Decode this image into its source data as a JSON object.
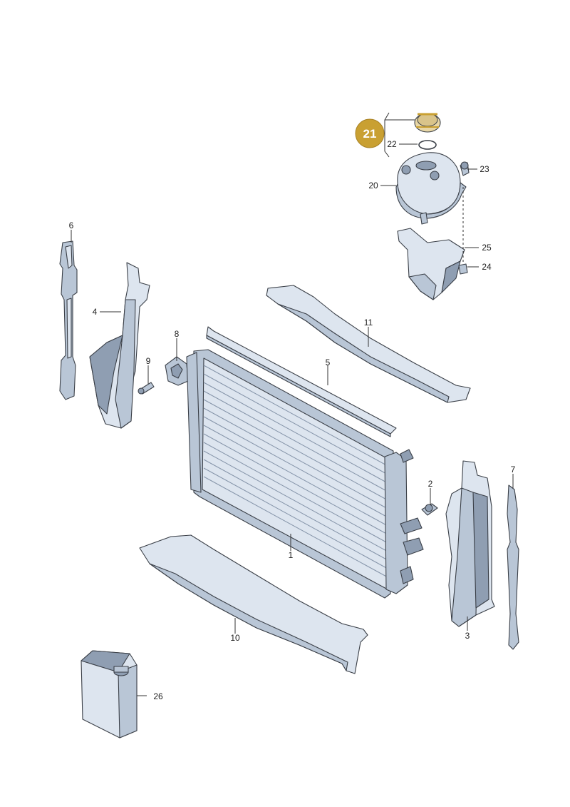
{
  "highlight": {
    "part": "21",
    "color": "#c9a032"
  },
  "parts": [
    {
      "id": "p1",
      "number": "1"
    },
    {
      "id": "p2",
      "number": "2"
    },
    {
      "id": "p3",
      "number": "3"
    },
    {
      "id": "p4",
      "number": "4"
    },
    {
      "id": "p5",
      "number": "5"
    },
    {
      "id": "p6",
      "number": "6"
    },
    {
      "id": "p7",
      "number": "7"
    },
    {
      "id": "p8",
      "number": "8"
    },
    {
      "id": "p9",
      "number": "9"
    },
    {
      "id": "p10",
      "number": "10"
    },
    {
      "id": "p11",
      "number": "11"
    },
    {
      "id": "p20",
      "number": "20"
    },
    {
      "id": "p22",
      "number": "22"
    },
    {
      "id": "p23",
      "number": "23"
    },
    {
      "id": "p24",
      "number": "24"
    },
    {
      "id": "p25",
      "number": "25"
    },
    {
      "id": "p26",
      "number": "26"
    }
  ]
}
